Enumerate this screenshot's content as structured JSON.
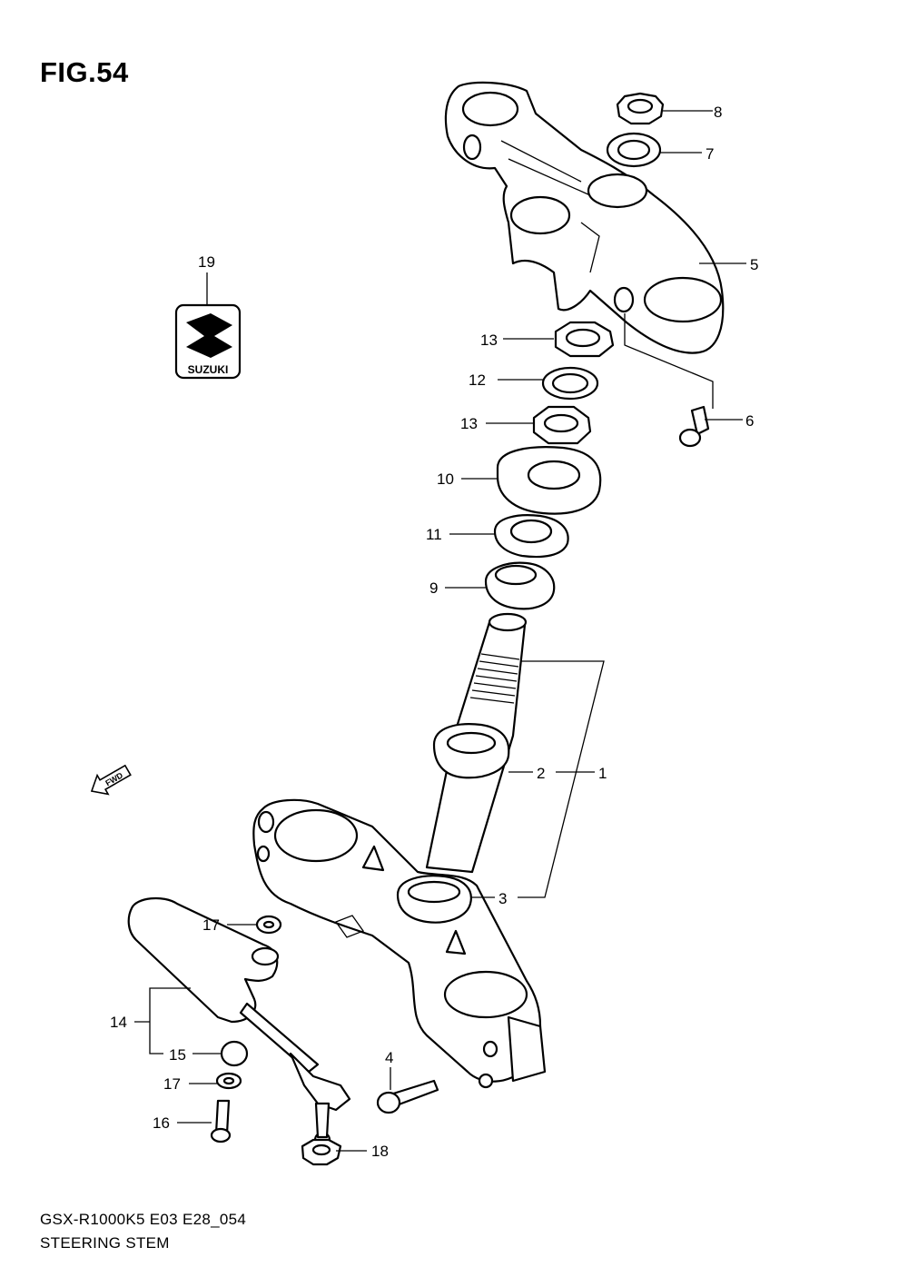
{
  "header": {
    "figure": "FIG.54"
  },
  "footer": {
    "model_code": "GSX-R1000K5 E03 E28_054",
    "section_title": "STEERING STEM"
  },
  "logo": {
    "text": "SUZUKI"
  },
  "fwd_arrow": {
    "text": "FWD"
  },
  "callouts": {
    "c1": "1",
    "c2": "2",
    "c3": "3",
    "c4": "4",
    "c5": "5",
    "c6": "6",
    "c7": "7",
    "c8": "8",
    "c9": "9",
    "c10": "10",
    "c11": "11",
    "c12": "12",
    "c13a": "13",
    "c13b": "13",
    "c14": "14",
    "c15": "15",
    "c16": "16",
    "c17a": "17",
    "c17b": "17",
    "c18": "18",
    "c19": "19"
  }
}
